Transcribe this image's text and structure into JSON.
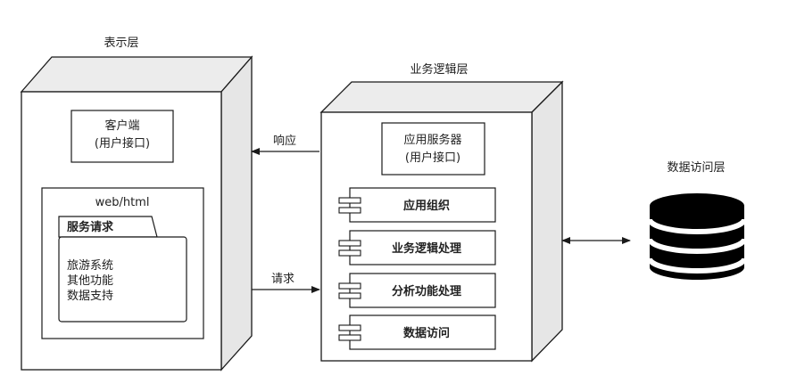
{
  "presentation_layer": {
    "title": "表示层",
    "client_box": {
      "line1": "客户端",
      "line2": "(用户接口)"
    },
    "web_box": {
      "label": "web/html",
      "package": {
        "tab_label": "服务请求",
        "items": [
          "旅游系统",
          "其他功能",
          "数据支持"
        ]
      }
    }
  },
  "business_layer": {
    "title": "业务逻辑层",
    "server_box": {
      "line1": "应用服务器",
      "line2": "(用户接口)"
    },
    "components": [
      "应用组织",
      "业务逻辑处理",
      "分析功能处理",
      "数据访问"
    ]
  },
  "data_layer": {
    "title": "数据访问层",
    "icon": "database-icon"
  },
  "arrows": {
    "response": "响应",
    "request": "请求"
  },
  "colors": {
    "stroke": "#1a1a1a",
    "side_fill": "#e6e6e6",
    "top_fill": "#ececec",
    "face_fill": "#ffffff"
  }
}
